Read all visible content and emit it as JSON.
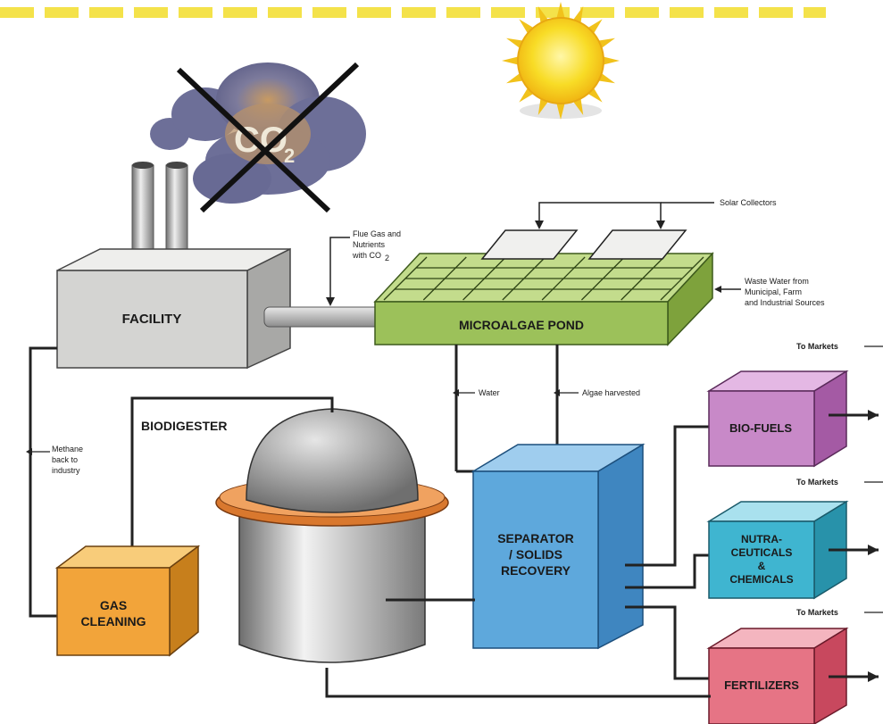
{
  "colors": {
    "dash": "#f4e24a",
    "facility": "#d4d4d2",
    "pond": "#9cc15a",
    "biofuels": "#c889c8",
    "nutra": "#3fb5d0",
    "fertilizers": "#e67485",
    "separator": "#5ea8dc",
    "gas_cleaning": "#f2a43a",
    "biodigester": "#a9a9a9",
    "digester_ring": "#d9782e",
    "smoke": "#6d6f98",
    "sun": "#f7d21c"
  },
  "icons": {
    "sun": "sun-icon",
    "cross": "cross-mark-icon",
    "smoke": "smoke-cloud-icon"
  },
  "co2": {
    "main": "CO",
    "sub": "2"
  },
  "nodes": {
    "facility": "FACILITY",
    "pond": "MICROALGAE POND",
    "biodigester": "BIODIGESTER",
    "gas_cleaning": [
      "GAS",
      "CLEANING"
    ],
    "separator": [
      "SEPARATOR",
      "/ SOLIDS",
      "RECOVERY"
    ],
    "biofuels": "BIO-FUELS",
    "nutra": [
      "NUTRA-",
      "CEUTICALS",
      "&",
      "CHEMICALS"
    ],
    "fertilizers": "FERTILIZERS"
  },
  "annotations": {
    "solar": "Solar Collectors",
    "flue": [
      "Flue Gas and",
      "Nutrients",
      "with CO"
    ],
    "flue_sub": "2",
    "waste": [
      "Waste Water from",
      "Municipal, Farm",
      "and Industrial Sources"
    ],
    "water": "Water",
    "algae": "Algae harvested",
    "methane": [
      "Methane",
      "back to",
      "industry"
    ],
    "markets": "To Markets"
  }
}
